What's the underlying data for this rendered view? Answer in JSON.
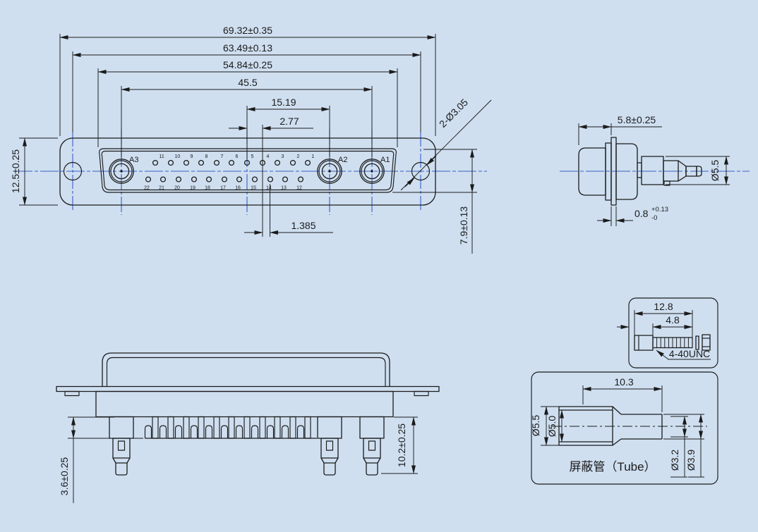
{
  "drawing": {
    "colors": {
      "background": "#cfdff0",
      "line": "#1b1b1b",
      "centerline": "#3a5fc5"
    },
    "front_view": {
      "dim_overall": "69.32±0.35",
      "dim_mount_holes": "63.49±0.13",
      "dim_flange": "54.84±0.25",
      "dim_coax_span": "45.5",
      "dim_pin_to_coax": "15.19",
      "dim_pitch": "2.77",
      "dim_row_offset": "1.385",
      "dim_height": "12.5±0.25",
      "dim_flange_height": "7.9±0.13",
      "dim_mount_hole_dia": "2-Ø3.05",
      "coax_labels": [
        "A3",
        "A2",
        "A1"
      ],
      "pins_top": [
        "11",
        "10",
        "9",
        "8",
        "7",
        "6",
        "5",
        "4",
        "3",
        "2",
        "1"
      ],
      "pins_bottom": [
        "22",
        "21",
        "20",
        "19",
        "18",
        "17",
        "16",
        "15",
        "14",
        "13",
        "12"
      ]
    },
    "contact_view": {
      "dim_depth": "5.8±0.25",
      "dim_diameter": "Ø5.5",
      "dim_flange_value": "0.8",
      "dim_flange_tol_up": "+0.13",
      "dim_flange_tol_dn": "-0"
    },
    "side_view": {
      "dim_tail": "3.6±0.25",
      "dim_total": "10.2±0.25"
    },
    "screw_detail": {
      "dim_length": "12.8",
      "dim_thread_len": "4.8",
      "thread_spec": "4-40UNC"
    },
    "tube_detail": {
      "dim_length": "10.3",
      "dim_od": "Ø5.5",
      "dim_id": "Ø5.0",
      "dim_small_id": "Ø3.2",
      "dim_small_od": "Ø3.9",
      "label": "屏蔽管（Tube）"
    }
  }
}
